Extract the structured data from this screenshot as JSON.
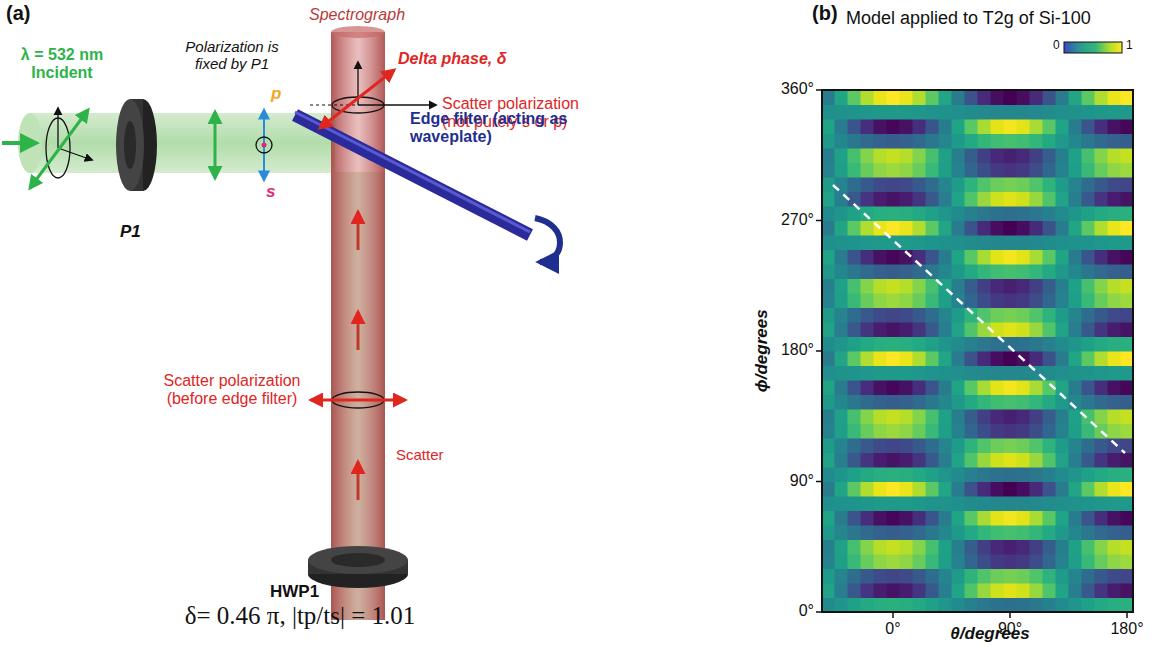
{
  "diagram": {
    "labels": [
      "(a)",
      "(b)",
      "Spectrograph",
      "Delta phase, δ",
      "Scatter polarization (not purely s or p)",
      "λ = 532 nm Incident",
      "Polarization is fixed by P1",
      "p",
      "s",
      "Edge filter (acting as waveplate)",
      "P1",
      "Scatter polarization (before edge filter)",
      "Scatter",
      "HWP1",
      "δ= 0.46 π, |tp/ts| = 1.01",
      "Model applied to T2g of Si-100",
      "0",
      "1",
      "360°",
      "270°",
      "180°",
      "90°",
      "0°",
      "0°",
      "90°",
      "180°",
      "ϕ/degrees",
      "θ/degrees"
    ]
  }
}
